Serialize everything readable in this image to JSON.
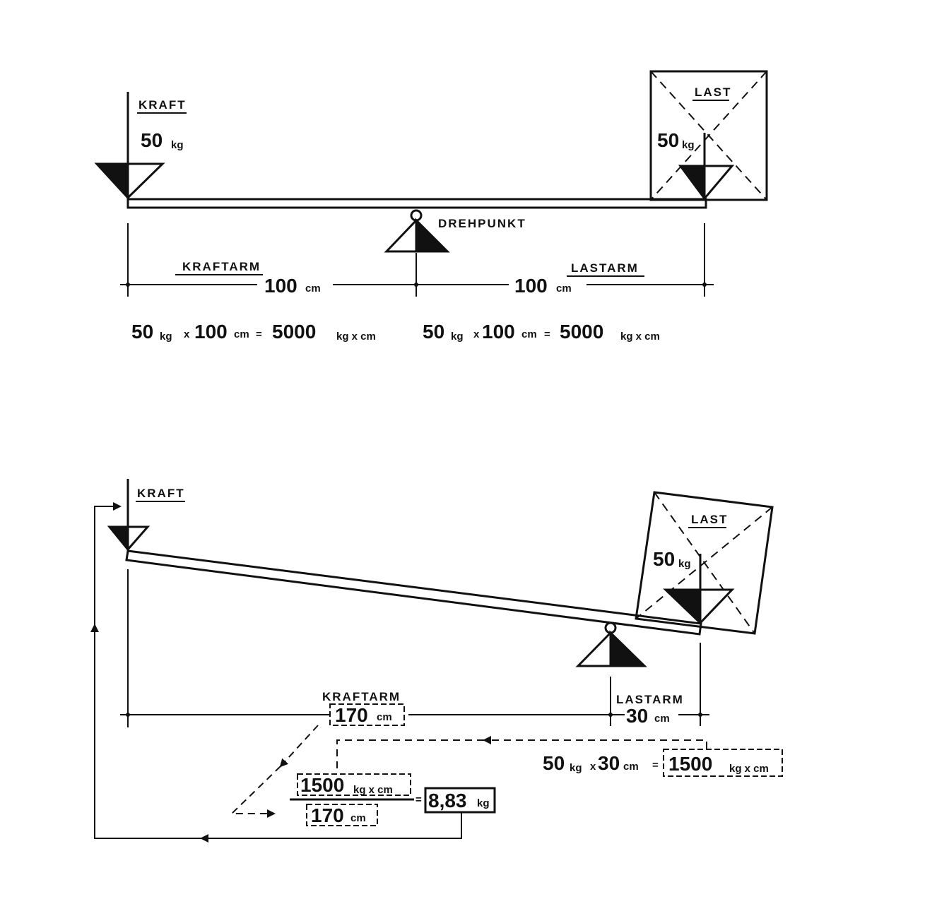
{
  "colors": {
    "ink": "#111111",
    "paper": "#ffffff"
  },
  "diagram_top": {
    "kraft_label": "KRAFT",
    "kraft_value": "50",
    "kraft_unit": "kg",
    "last_label": "LAST",
    "last_value": "50",
    "last_unit": "kg",
    "pivot_label": "DREHPUNKT",
    "kraftarm_label": "KRAFTARM",
    "kraftarm_value": "100",
    "kraftarm_unit": "cm",
    "lastarm_label": "LASTARM",
    "lastarm_value": "100",
    "lastarm_unit": "cm",
    "equation_left": {
      "a": "50",
      "a_unit": "kg",
      "op": "x",
      "b": "100",
      "b_unit": "cm",
      "eq": "=",
      "result": "5000",
      "result_unit": "kg x cm"
    },
    "equation_right": {
      "a": "50",
      "a_unit": "kg",
      "op": "x",
      "b": "100",
      "b_unit": "cm",
      "eq": "=",
      "result": "5000",
      "result_unit": "kg x cm"
    }
  },
  "diagram_bottom": {
    "kraft_label": "KRAFT",
    "last_label": "LAST",
    "last_value": "50",
    "last_unit": "kg",
    "kraftarm_label": "KRAFTARM",
    "kraftarm_value": "170",
    "kraftarm_unit": "cm",
    "lastarm_label": "LASTARM",
    "lastarm_value": "30",
    "lastarm_unit": "cm",
    "moment_equation": {
      "a": "50",
      "a_unit": "kg",
      "op": "x",
      "b": "30",
      "b_unit": "cm",
      "eq": "=",
      "result": "1500",
      "result_unit": "kg x cm"
    },
    "fraction": {
      "numerator": "1500",
      "numerator_unit": "kg x cm",
      "denominator": "170",
      "denominator_unit": "cm",
      "eq": "=",
      "result": "8,83",
      "result_unit": "kg"
    }
  }
}
